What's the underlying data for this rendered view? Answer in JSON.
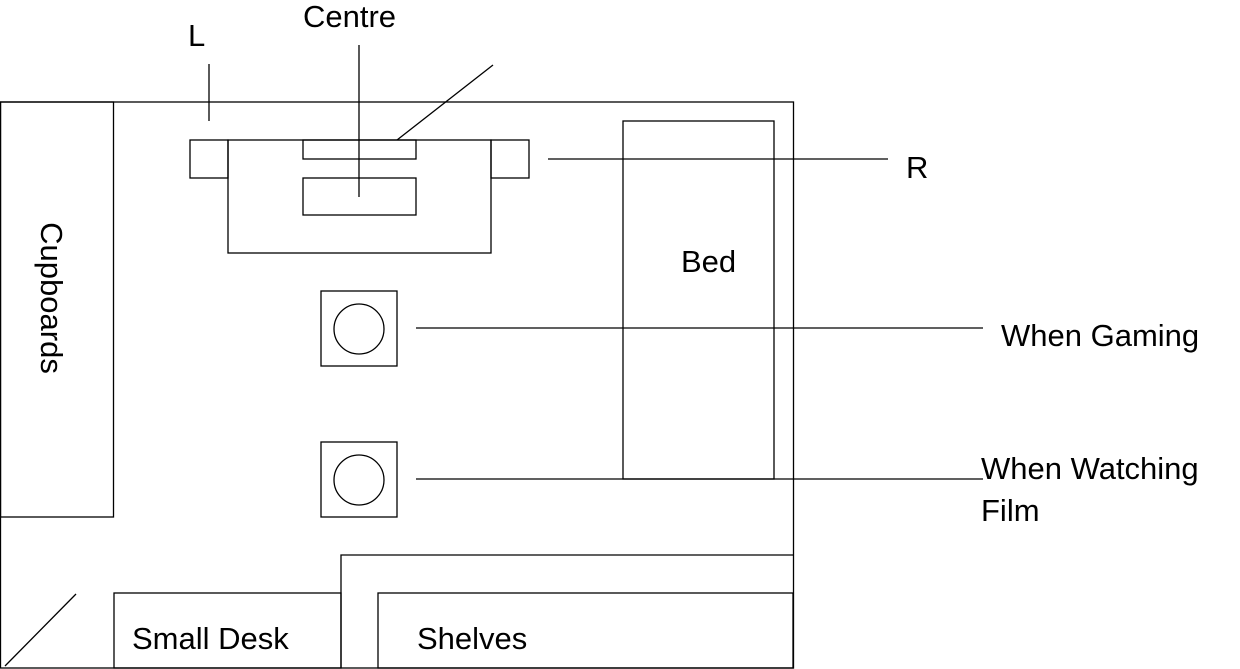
{
  "labels": {
    "left_speaker": "L",
    "centre_speaker": "Centre",
    "right_speaker": "R",
    "cupboards": "Cupboards",
    "bed": "Bed",
    "when_gaming": "When Gaming",
    "when_watching_line1": "When Watching",
    "when_watching_line2": "Film",
    "small_desk": "Small Desk",
    "shelves": "Shelves"
  }
}
